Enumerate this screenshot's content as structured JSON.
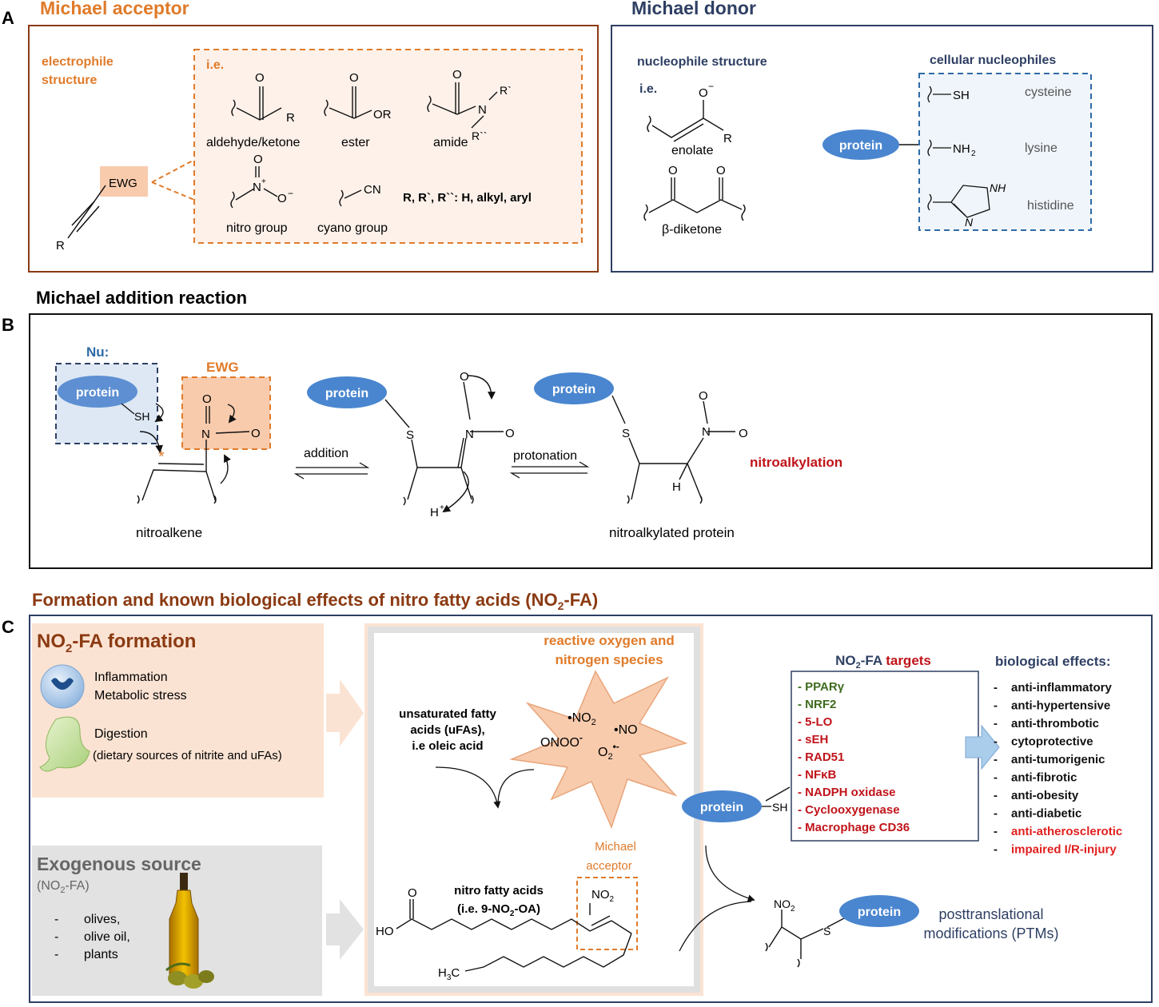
{
  "panel_a": {
    "letter": "A",
    "acceptor": {
      "title": "Michael acceptor",
      "electrophile_label_1": "electrophile",
      "electrophile_label_2": "structure",
      "ie": "i.e.",
      "ewg": "EWG",
      "r": "R",
      "examples": {
        "aldehyde_ketone": "aldehyde/ketone",
        "ester": "ester",
        "amide": "amide",
        "nitro_group": "nitro group",
        "cyano_group": "cyano group"
      },
      "atoms": {
        "O": "O",
        "OR": "OR",
        "N": "N",
        "R1": "R`",
        "R2": "R``",
        "CN": "CN",
        "Nplus": "N",
        "Ominus": "O"
      },
      "r_groups": "R, R`, R``: H, alkyl, aryl"
    },
    "donor": {
      "title": "Michael donor",
      "nucleophile_label": "nucleophile structure",
      "ie": "i.e.",
      "enolate": "enolate",
      "diketone": "β-diketone",
      "cellular_title": "cellular nucleophiles",
      "protein": "protein",
      "sh": "SH",
      "nh2": "NH",
      "nh2_sub": "2",
      "nh": "NH",
      "n": "N",
      "o": "O",
      "r": "R",
      "residues": [
        "cysteine",
        "lysine",
        "histidine"
      ]
    }
  },
  "panel_b": {
    "letter": "B",
    "title": "Michael addition reaction",
    "nu": "Nu:",
    "ewg": "EWG",
    "protein": "protein",
    "sh": "SH",
    "s": "S",
    "n": "N",
    "o": "O",
    "h": "H",
    "hplus": "H",
    "addition": "addition",
    "protonation": "protonation",
    "nitroalkene": "nitroalkene",
    "nitroalkylated_protein": "nitroalkylated protein",
    "nitroalkylation": "nitroalkylation",
    "asterisk": "*"
  },
  "panel_c": {
    "letter": "C",
    "title_pre": "Formation and known biological effects of nitro fatty acids (NO",
    "title_sub": "2",
    "title_post": "-FA)",
    "formation": {
      "title_pre": "NO",
      "title_sub": "2",
      "title_post": "-FA formation",
      "inflammation": "Inflammation",
      "metabolic": "Metabolic stress",
      "digestion": "Digestion",
      "dietary": "(dietary sources of nitrite  and uFAs)"
    },
    "exogenous": {
      "title": "Exogenous source",
      "sub_pre": "(NO",
      "sub_sub": "2",
      "sub_post": "-FA)",
      "items": [
        "olives,",
        "olive oil,",
        "plants"
      ],
      "dash": "-"
    },
    "ros": {
      "title_1": "reactive oxygen and",
      "title_2": "nitrogen species",
      "no2": "•NO",
      "no2_sub": "2",
      "no": "•NO",
      "onoo": "ONOO",
      "onoo_sup": "-",
      "o2": "O",
      "o2_sub": "2",
      "o2_sup": "•-"
    },
    "ufa": [
      "unsaturated fatty",
      "acids (uFAs),",
      "i.e oleic acid"
    ],
    "nitro_fa": {
      "label_1": "nitro fatty acids",
      "label_2_pre": "(i.e. 9-NO",
      "label_2_sub": "2",
      "label_2_post": "-OA)",
      "michael_1": "Michael",
      "michael_2": "acceptor",
      "ho": "HO",
      "o": "O",
      "no2": "NO",
      "no2_sub": "2",
      "h3c": "H",
      "h3c_sub": "3",
      "h3c_c": "C"
    },
    "protein": "protein",
    "sh": "SH",
    "s": "S",
    "no2": "NO",
    "no2_sub": "2",
    "targets": {
      "title_pre": "NO",
      "title_sub": "2",
      "title_mid": "-FA ",
      "title_red": "targets",
      "green": [
        "- PPARγ",
        "- NRF2"
      ],
      "red": [
        "- 5-LO",
        "- sEH",
        "- RAD51",
        "- NFκB",
        "- NADPH oxidase",
        "- Cyclooxygenase",
        "- Macrophage CD36"
      ]
    },
    "effects": {
      "title": "biological effects:",
      "black": [
        "anti-inflammatory",
        "anti-hypertensive",
        "anti-thrombotic",
        "cytoprotective",
        "anti-tumorigenic",
        "anti-fibrotic",
        "anti-obesity",
        "anti-diabetic"
      ],
      "red": [
        "anti-atherosclerotic",
        "impaired I/R-injury"
      ],
      "dash": "-"
    },
    "ptm_1": "posttranslational",
    "ptm_2": "modifications (PTMs)"
  },
  "colors": {
    "orange": "#E07B2A",
    "brown": "#8B3A12",
    "navy": "#2E3F63",
    "blue_ellipse": "#4A86CF",
    "dark_red": "#C0141A",
    "green": "#3E6B1E",
    "peach": "#FBE3D3",
    "gray": "#E2E2E2"
  }
}
